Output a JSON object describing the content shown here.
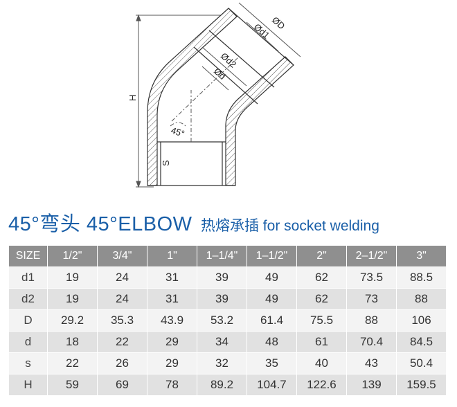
{
  "drawing": {
    "labels": {
      "OD": "ØD",
      "Od1": "Ød1",
      "Od2": "Ød2",
      "Od": "Ød",
      "H": "H",
      "S": "S",
      "angle": "45°"
    }
  },
  "title": {
    "main": "45°弯头 45°ELBOW",
    "sub": "热熔承插 for socket welding"
  },
  "table": {
    "headers": [
      "SIZE",
      "1/2\"",
      "3/4\"",
      "1\"",
      "1–1/4\"",
      "1–1/2\"",
      "2\"",
      "2–1/2\"",
      "3\""
    ],
    "rows": [
      [
        "d1",
        "19",
        "24",
        "31",
        "39",
        "49",
        "62",
        "73.5",
        "88.5"
      ],
      [
        "d2",
        "19",
        "24",
        "31",
        "39",
        "49",
        "62",
        "73",
        "88"
      ],
      [
        "D",
        "29.2",
        "35.3",
        "43.9",
        "53.2",
        "61.4",
        "75.5",
        "88",
        "106"
      ],
      [
        "d",
        "18",
        "22",
        "29",
        "34",
        "48",
        "61",
        "70.4",
        "84.5"
      ],
      [
        "s",
        "22",
        "26",
        "29",
        "32",
        "35",
        "40",
        "43",
        "50.4"
      ],
      [
        "H",
        "59",
        "69",
        "78",
        "89.2",
        "104.7",
        "122.6",
        "139",
        "159.5"
      ]
    ]
  }
}
